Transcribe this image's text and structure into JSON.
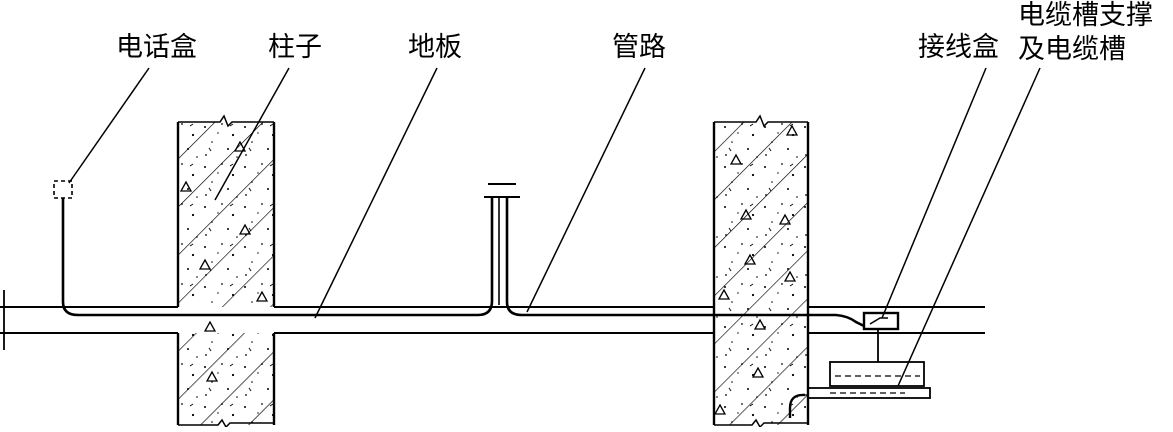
{
  "labels": {
    "phone_box": "电话盒",
    "column": "柱子",
    "floor": "地板",
    "conduit": "管路",
    "junction_box": "接线盒",
    "cable_tray_support_line1": "电缆槽支撑",
    "cable_tray_support_line2": "及电缆槽"
  }
}
